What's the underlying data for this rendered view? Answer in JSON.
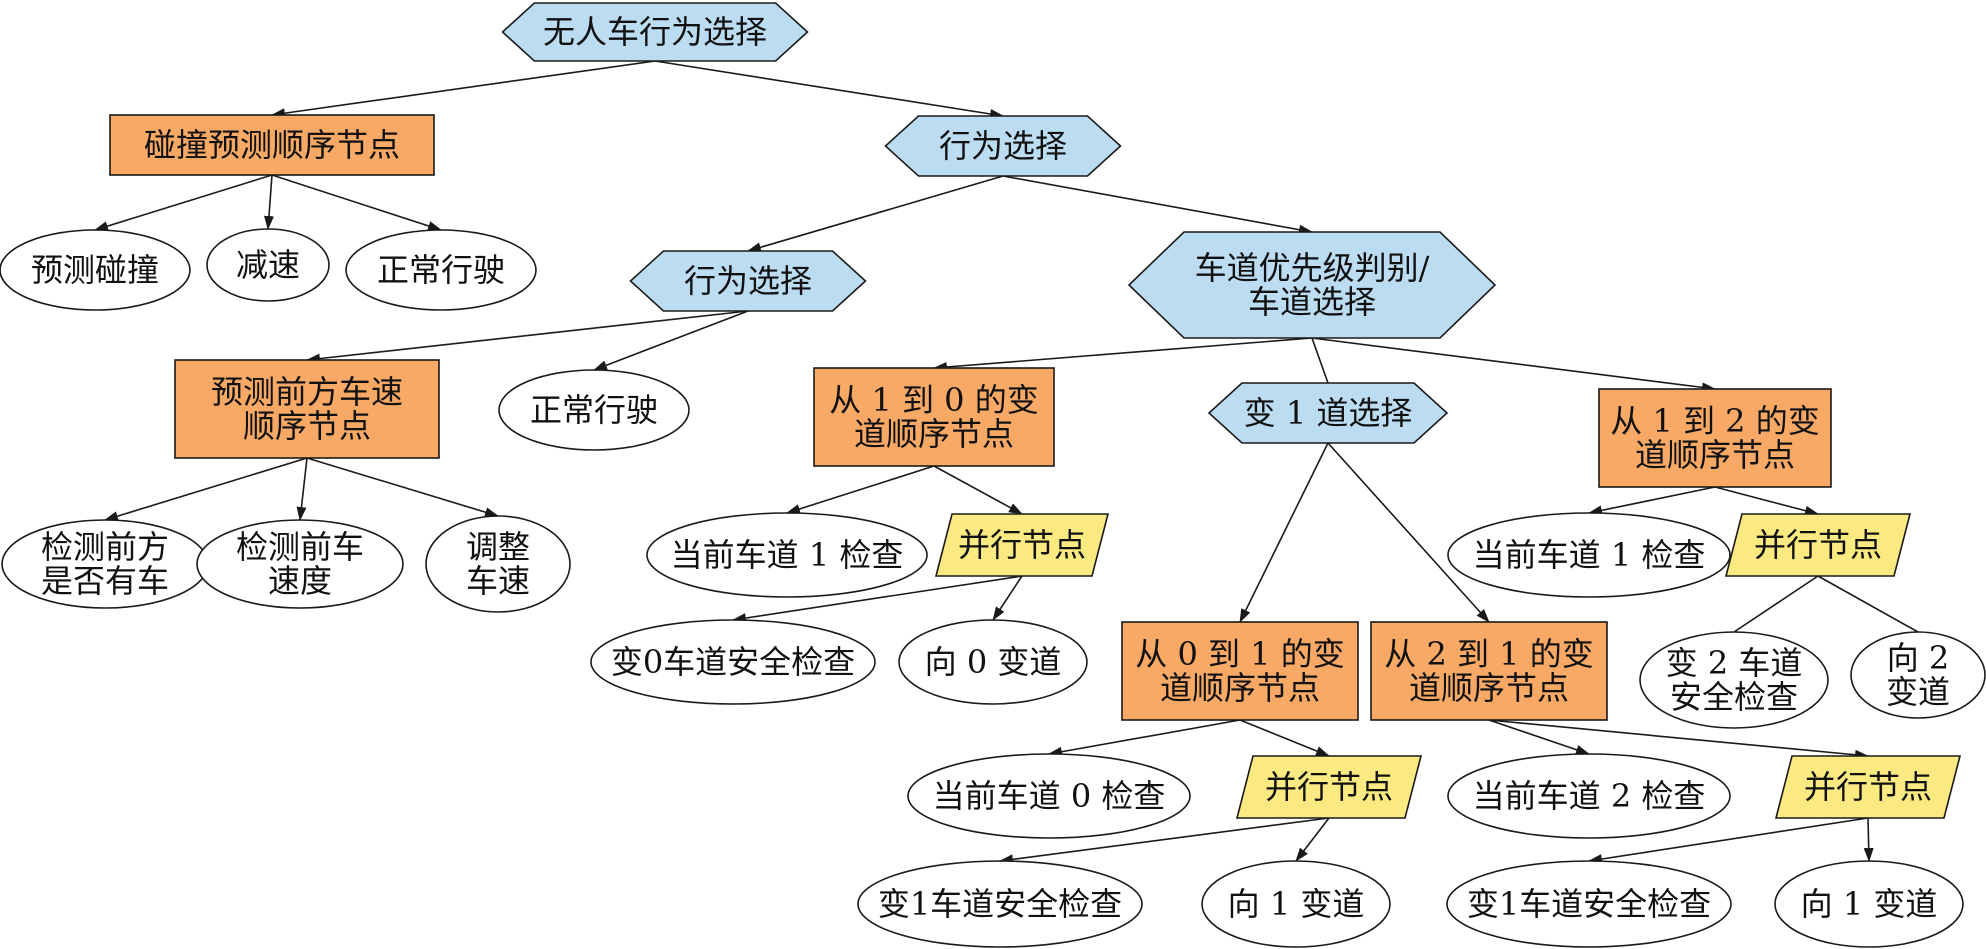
{
  "colors": {
    "selector": "#bcdcf2",
    "sequence": "#f7a965",
    "parallel": "#fbe981",
    "leaf": "#ffffff",
    "stroke": "#1a1a1a"
  },
  "nodes": [
    {
      "id": "root",
      "shape": "hexagon",
      "lines": [
        "无人车行为选择"
      ]
    },
    {
      "id": "collision_seq",
      "shape": "rect",
      "lines": [
        "碰撞预测顺序节点"
      ]
    },
    {
      "id": "behavior_sel_1",
      "shape": "hexagon",
      "lines": [
        "行为选择"
      ]
    },
    {
      "id": "predict_collision",
      "shape": "ellipse",
      "lines": [
        "预测碰撞"
      ]
    },
    {
      "id": "slow_down",
      "shape": "ellipse",
      "lines": [
        "减速"
      ]
    },
    {
      "id": "normal_drive_1",
      "shape": "ellipse",
      "lines": [
        "正常行驶"
      ]
    },
    {
      "id": "behavior_sel_2",
      "shape": "hexagon",
      "lines": [
        "行为选择"
      ]
    },
    {
      "id": "lane_priority_sel",
      "shape": "hexagon",
      "lines": [
        "车道优先级判别/",
        "车道选择"
      ]
    },
    {
      "id": "front_speed_seq",
      "shape": "rect",
      "lines": [
        "预测前方车速",
        "顺序节点"
      ]
    },
    {
      "id": "normal_drive_2",
      "shape": "ellipse",
      "lines": [
        "正常行驶"
      ]
    },
    {
      "id": "detect_front_car",
      "shape": "ellipse",
      "lines": [
        "检测前方",
        "是否有车"
      ]
    },
    {
      "id": "detect_front_speed",
      "shape": "ellipse",
      "lines": [
        "检测前车",
        "速度"
      ]
    },
    {
      "id": "adjust_speed",
      "shape": "ellipse",
      "lines": [
        "调整",
        "车速"
      ]
    },
    {
      "id": "lane_1_to_0_seq",
      "shape": "rect",
      "lines": [
        "从 1 到 0 的变",
        "道顺序节点"
      ]
    },
    {
      "id": "change_lane1_sel",
      "shape": "hexagon",
      "lines": [
        "变 1 道选择"
      ]
    },
    {
      "id": "lane_1_to_2_seq",
      "shape": "rect",
      "lines": [
        "从 1 到 2 的变",
        "道顺序节点"
      ]
    },
    {
      "id": "check_lane1_a",
      "shape": "ellipse",
      "lines": [
        "当前车道 1 检查"
      ]
    },
    {
      "id": "parallel_a",
      "shape": "parallelogram",
      "lines": [
        "并行节点"
      ]
    },
    {
      "id": "safety_lane0",
      "shape": "ellipse",
      "lines": [
        "变0车道安全检查"
      ]
    },
    {
      "id": "to_lane0",
      "shape": "ellipse",
      "lines": [
        "向 0 变道"
      ]
    },
    {
      "id": "lane_0_to_1_seq",
      "shape": "rect",
      "lines": [
        "从 0 到 1 的变",
        "道顺序节点"
      ]
    },
    {
      "id": "lane_2_to_1_seq",
      "shape": "rect",
      "lines": [
        "从 2 到 1 的变",
        "道顺序节点"
      ]
    },
    {
      "id": "check_lane1_b",
      "shape": "ellipse",
      "lines": [
        "当前车道 1 检查"
      ]
    },
    {
      "id": "parallel_b",
      "shape": "parallelogram",
      "lines": [
        "并行节点"
      ]
    },
    {
      "id": "safety_lane2",
      "shape": "ellipse",
      "lines": [
        "变 2 车道",
        "安全检查"
      ]
    },
    {
      "id": "to_lane2",
      "shape": "ellipse",
      "lines": [
        "向 2",
        "变道"
      ]
    },
    {
      "id": "check_lane0",
      "shape": "ellipse",
      "lines": [
        "当前车道 0 检查"
      ]
    },
    {
      "id": "parallel_c",
      "shape": "parallelogram",
      "lines": [
        "并行节点"
      ]
    },
    {
      "id": "check_lane2",
      "shape": "ellipse",
      "lines": [
        "当前车道 2 检查"
      ]
    },
    {
      "id": "parallel_d",
      "shape": "parallelogram",
      "lines": [
        "并行节点"
      ]
    },
    {
      "id": "safety_lane1_a",
      "shape": "ellipse",
      "lines": [
        "变1车道安全检查"
      ]
    },
    {
      "id": "to_lane1_a",
      "shape": "ellipse",
      "lines": [
        "向 1 变道"
      ]
    },
    {
      "id": "safety_lane1_b",
      "shape": "ellipse",
      "lines": [
        "变1车道安全检查"
      ]
    },
    {
      "id": "to_lane1_b",
      "shape": "ellipse",
      "lines": [
        "向 1 变道"
      ]
    }
  ],
  "edges": [
    {
      "from": "root",
      "to": "collision_seq",
      "arrow": true
    },
    {
      "from": "root",
      "to": "behavior_sel_1",
      "arrow": true
    },
    {
      "from": "collision_seq",
      "to": "predict_collision",
      "arrow": true
    },
    {
      "from": "collision_seq",
      "to": "slow_down",
      "arrow": true
    },
    {
      "from": "collision_seq",
      "to": "normal_drive_1",
      "arrow": true
    },
    {
      "from": "behavior_sel_1",
      "to": "behavior_sel_2",
      "arrow": true
    },
    {
      "from": "behavior_sel_1",
      "to": "lane_priority_sel",
      "arrow": true
    },
    {
      "from": "behavior_sel_2",
      "to": "front_speed_seq",
      "arrow": true
    },
    {
      "from": "behavior_sel_2",
      "to": "normal_drive_2",
      "arrow": true
    },
    {
      "from": "front_speed_seq",
      "to": "detect_front_car",
      "arrow": true
    },
    {
      "from": "front_speed_seq",
      "to": "detect_front_speed",
      "arrow": true
    },
    {
      "from": "front_speed_seq",
      "to": "adjust_speed",
      "arrow": true
    },
    {
      "from": "lane_priority_sel",
      "to": "lane_1_to_0_seq",
      "arrow": true
    },
    {
      "from": "lane_priority_sel",
      "to": "change_lane1_sel",
      "arrow": false
    },
    {
      "from": "lane_priority_sel",
      "to": "lane_1_to_2_seq",
      "arrow": true
    },
    {
      "from": "lane_1_to_0_seq",
      "to": "check_lane1_a",
      "arrow": true
    },
    {
      "from": "lane_1_to_0_seq",
      "to": "parallel_a",
      "arrow": true
    },
    {
      "from": "parallel_a",
      "to": "safety_lane0",
      "arrow": true
    },
    {
      "from": "parallel_a",
      "to": "to_lane0",
      "arrow": true
    },
    {
      "from": "change_lane1_sel",
      "to": "lane_0_to_1_seq",
      "arrow": true
    },
    {
      "from": "change_lane1_sel",
      "to": "lane_2_to_1_seq",
      "arrow": true
    },
    {
      "from": "lane_1_to_2_seq",
      "to": "check_lane1_b",
      "arrow": true
    },
    {
      "from": "lane_1_to_2_seq",
      "to": "parallel_b",
      "arrow": true
    },
    {
      "from": "parallel_b",
      "to": "safety_lane2",
      "arrow": false
    },
    {
      "from": "parallel_b",
      "to": "to_lane2",
      "arrow": false
    },
    {
      "from": "lane_0_to_1_seq",
      "to": "check_lane0",
      "arrow": true
    },
    {
      "from": "lane_0_to_1_seq",
      "to": "parallel_c",
      "arrow": true
    },
    {
      "from": "parallel_c",
      "to": "safety_lane1_a",
      "arrow": true
    },
    {
      "from": "parallel_c",
      "to": "to_lane1_a",
      "arrow": true
    },
    {
      "from": "lane_2_to_1_seq",
      "to": "check_lane2",
      "arrow": true
    },
    {
      "from": "lane_2_to_1_seq",
      "to": "parallel_d",
      "arrow": true
    },
    {
      "from": "parallel_d",
      "to": "safety_lane1_b",
      "arrow": true
    },
    {
      "from": "parallel_d",
      "to": "to_lane1_b",
      "arrow": true
    }
  ]
}
